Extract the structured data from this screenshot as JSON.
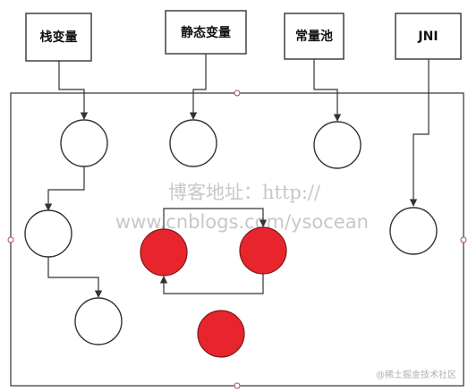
{
  "roots": [
    {
      "label": "栈变量"
    },
    {
      "label": "静态变量"
    },
    {
      "label": "常量池"
    },
    {
      "label": "JNI"
    }
  ],
  "watermark": {
    "line1": "博客地址：http://",
    "line2": "www.cnblogs.com/ysocean"
  },
  "credit": "@稀土掘金技术社区",
  "colors": {
    "garbage_fill": "#e8252d",
    "garbage_stroke": "#7a1a1a",
    "reachable_fill": "#ffffff",
    "stroke": "#333333"
  }
}
